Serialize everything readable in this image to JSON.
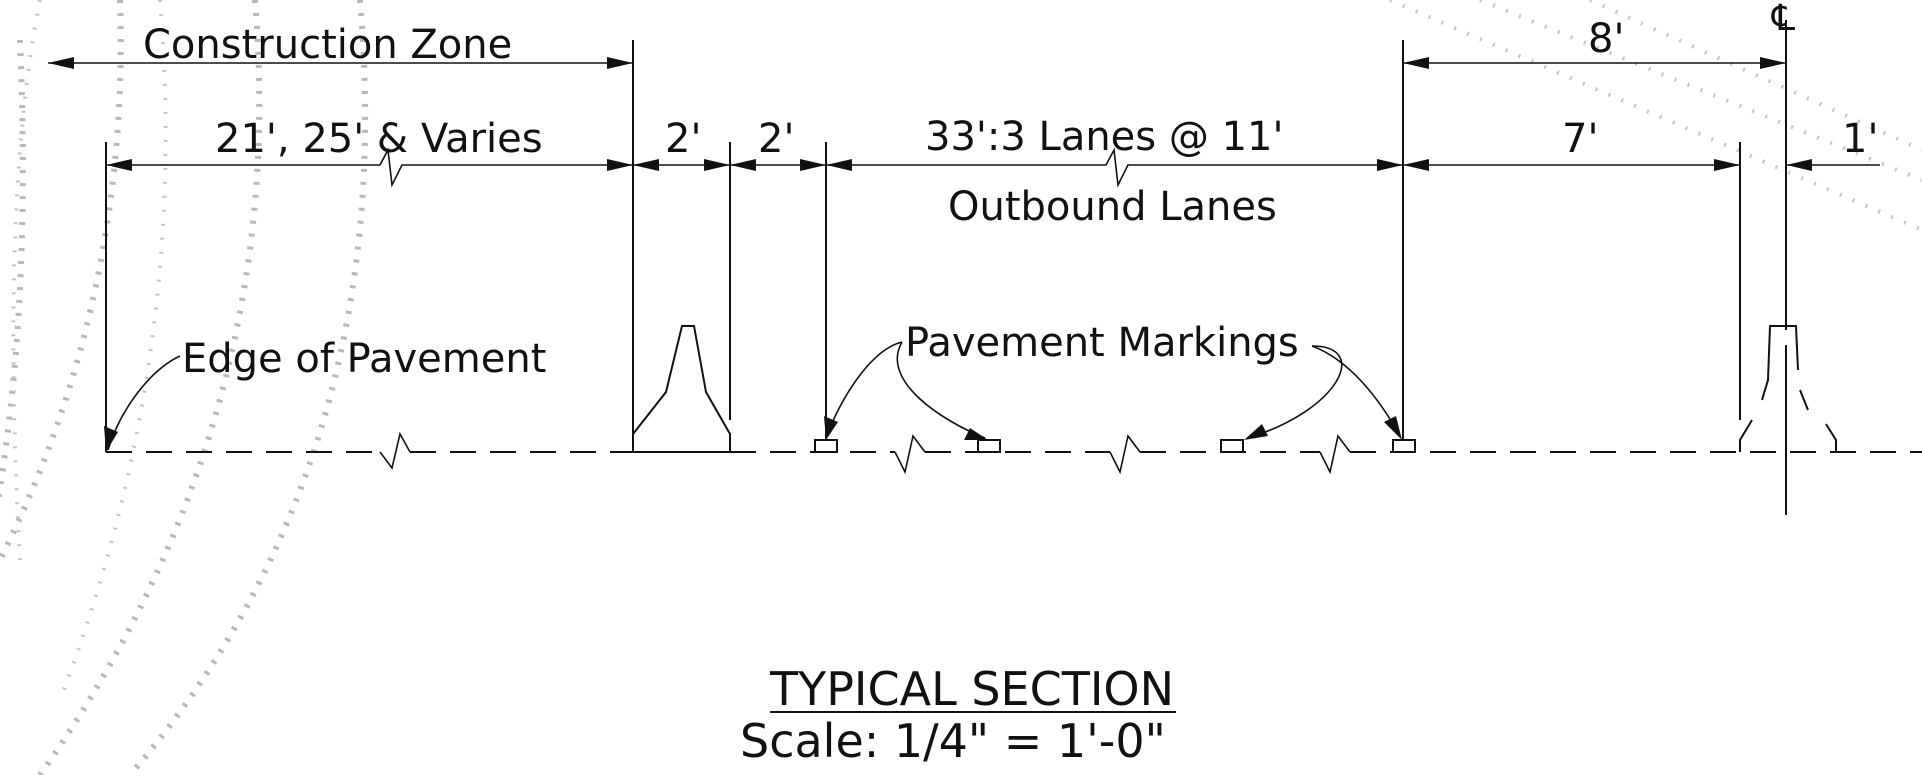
{
  "labels": {
    "construction_zone": "Construction Zone",
    "left_width": "21', 25' & Varies",
    "barrier_width": "2'",
    "offset_width": "2'",
    "lanes_width": "33':3 Lanes @ 11'",
    "outbound_lanes": "Outbound Lanes",
    "right_total": "8'",
    "right_seven": "7'",
    "right_one": "1'",
    "centerline_symbol": "℄",
    "edge_of_pavement": "Edge of Pavement",
    "pavement_markings": "Pavement Markings"
  },
  "title": {
    "heading": "TYPICAL SECTION",
    "scale": "Scale:   1/4\" = 1'-0\""
  }
}
